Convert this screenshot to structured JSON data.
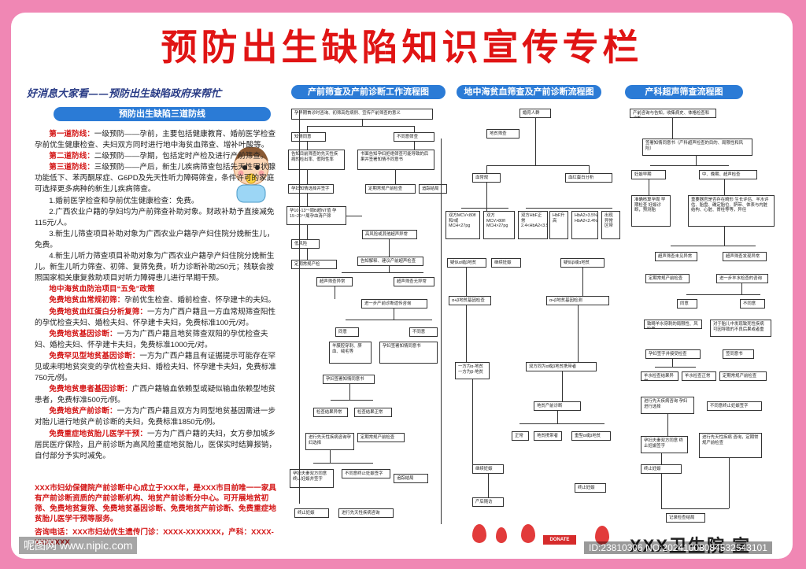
{
  "title": "预防出生缺陷知识宣传专栏",
  "left": {
    "lead": "好消息大家看——预防出生缺陷政府来帮忙",
    "pill": "预防出生缺陷三道防线",
    "l1_label": "第一道防线：",
    "l1_text": "一级预防——孕前，主要包括健康教育、婚前医学检查孕前优生健康检查、夫妇双方同时进行地中海贫血筛查、增补叶酸等。",
    "l2_label": "第二道防线：",
    "l2_text": "二级预防——孕期，包括定时产检及进行产前筛查。",
    "l3_label": "第三道防线：",
    "l3_text": "三级预防——产后，新生儿疾病筛查包括先天性甲状腺功能低下、苯丙酮尿症、G6PD及先天性听力障碍筛查，条件许可的家庭可选择更多病种的新生儿疾病筛查。",
    "p1": "1.婚前医学检查和孕前优生健康检查：免费。",
    "p2": "2.广西农业户籍的孕妇均为产前筛查补助对象。财政补助予直接减免115元/人。",
    "p3": "3.新生儿筛查项目补助对象为广西农业户籍孕产妇住院分娩新生儿，免费。",
    "p4": "4.新生儿听力筛查项目补助对象为广西农业户籍孕产妇住院分娩新生儿。新生儿听力筛查、初筛、复筛免费，听力诊断补助250元；残联会按照国家相关康复救助项目对听力障碍患儿进行早期干预。",
    "five_title": "地中海贫血防治项目“五免”政策",
    "f1_label": "免费地贫血常规初筛：",
    "f1_text": "孕前优生检查、婚前检查、怀孕建卡的夫妇。",
    "f2_label": "免费地贫血红蛋白分析复筛：",
    "f2_text": "一方为广西户籍且一方血常规筛查阳性的孕优检查夫妇、婚检夫妇、怀孕建卡夫妇，免费标准100元/对。",
    "f3_label": "免费地贫基因诊断：",
    "f3_text": "一方为广西户籍且地贫筛查双阳的孕优检查夫妇、婚检夫妇、怀孕建卡夫妇，免费标准1000元/对。",
    "f4_label": "免费罕见型地贫基因诊断：",
    "f4_text": "一方为广西户籍且有证据提示可能存在罕见或未明地贫突变的孕优检查夫妇、婚检夫妇、怀孕建卡夫妇，免费标准750元/例。",
    "f5_label": "免费地贫患者基因诊断：",
    "f5_text": "广西户籍输血依赖型或疑似输血依赖型地贫患者，免费标准500元/例。",
    "f6_label": "免费地贫产前诊断：",
    "f6_text": "一方为广西户籍且双方为同型地贫基因需进一步对胎儿进行地贫产前诊断的夫妇，免费标准1850元/例。",
    "f7_label": "免费重症地贫胎儿医学干预：",
    "f7_text": "一方为广西户籍的夫妇，女方参加城乡居民医疗保险，且产前诊断为高风险重症地贫胎儿，医保实时结算报销，自付部分予实时减免。",
    "footer": "XXX市妇幼保健院产前诊断中心成立于XXX年，是XXX市目前唯一一家具有产前诊断资质的产前诊断机构、地贫产前诊断分中心。可开展地贫初筛、免费地贫复筛、免费地贫基因诊断、免费地贫产前诊断、免费重症地贫胎儿医学干预等服务。",
    "contact": "咨询电话：XXX市妇幼优生遗传门诊：XXXX-XXXXXXX，产科：XXXX-XXXXXXX"
  },
  "col2": {
    "pill": "产前筛查及产前诊断工作流程图",
    "b1": "孕早期首诊时咨询、初筛高危病例、宣传产前筛查的意义",
    "b2": "知情同意",
    "b3": "不同意筛查",
    "b4": "告知目前筛查的先天性疾病的检出率、假阳性率",
    "b5": "书面告知孕妇拒绝筛查可能导致的后果并签署知情不同意书",
    "b6": "孕妇知情选择并签字",
    "b7": "定期常规产前检查",
    "b8": "追踪结局",
    "b9": "孕10~13⁺⁶周B超NT值 孕15~20⁺⁶周孕血清产筛",
    "b10": "高风险或其他超声异常",
    "b11": "低风险",
    "b12": "告知解释、建议产前超声检查",
    "b13": "定期常规产检",
    "b14": "超声筛查异常",
    "b15": "超声筛查无异常",
    "b16": "进一步产前诊断遗传咨询",
    "b17": "同意",
    "b18": "不同意",
    "b19": "羊膜腔穿刺、脐血、绒毛等",
    "b20": "孕妇签署知情同意书",
    "b21": "检查结果异常",
    "b22": "检查结果正常",
    "b23": "进行先天性疾病咨询孕妇选择",
    "b24": "定期常规产前检查",
    "b25": "追踪结局",
    "b26": "孕妇夫妻双方同意终止妊娠并签字",
    "b27": "不同意终止妊娠签字",
    "b28": "终止妊娠",
    "b29": "进行先天性疾病咨询"
  },
  "col3": {
    "pill": "地中海贫血筛查及产前诊断流程图",
    "b1": "婚育人群",
    "b2": "地贫筛查",
    "b3": "血常规",
    "b4": "血红蛋白分析",
    "b5": "双方MCV<80fl 和/或MCH<27pg",
    "b6": "双方MCV>80fl MCH>27pg",
    "b7": "双方HbF正常 2.4<HbA2<3.5",
    "b8": "HbF升高",
    "b9": "HbA2>3.5% HbA2<2.4%",
    "b10": "出现异常区带",
    "b11": "疑似α或β地贫",
    "b12": "继续妊娠",
    "b13": "疑似β或α地贫",
    "b14": "α+β地贫基因检查",
    "b15": "α+β地贫基因检测",
    "b16": "一方为α-地贫 一方为β-地贫",
    "b17": "双方同为α或β地贫携带者",
    "b18": "地贫产前诊断",
    "b19": "正常",
    "b20": "地贫携带者",
    "b21": "重型α或β地贫",
    "b22": "继续妊娠",
    "b23": "终止妊娠",
    "b24": "产后随访"
  },
  "col4": {
    "pill": "产科超声筛查流程图",
    "b1": "产前咨询与告知，收集病史、体格检查和诊断",
    "b2": "签署知情同意书（产科超声检查的目的、局限性和风险）",
    "b3": "妊娠早期",
    "b4": "中、晚期、超声检查",
    "b5": "准确核算孕周 早期检查 妊娠诊断，预测胎",
    "b6": "重要器官是否存在畸形 生长评估、羊水评估、胎盘、确定胎位、脐带、体表与内脏结构、心脏、脊柱等等，异径",
    "b7": "超声筛查未见异常",
    "b8": "超声筛查发现异常",
    "b9": "定期常规产前检查",
    "b10": "进一步羊水检查的咨询",
    "b11": "同意",
    "b12": "不同意",
    "b13": "致畸羊水穿刺的局限性、风险等",
    "b14": "对于胎儿中发现致死性疾病可因导致的不良后果或者重",
    "b15": "孕妇签字并接受检查",
    "b16": "签同意书",
    "b17": "羊水检查结果异常",
    "b18": "羊水检查正常",
    "b19": "定期常规产前检查",
    "b20": "进行先天疾病咨询 孕妇进行选择",
    "b21": "不同意终止妊娠签字",
    "b22": "孕妇夫妻双方同意 终止妊娠签字",
    "b23": "进行先天性疾病 咨询，定期常规产前检查",
    "b24": "终止妊娠",
    "b25": "记录检查结局"
  },
  "hospital": "XXX卫生院 宣",
  "donate": "DONATE",
  "wm_left": "呢图网 www.nipic.com",
  "wm_right": "ID:23810306 NO:20241008084532543101",
  "colors": {
    "title": "#e01414",
    "pill": "#2b7bd6",
    "frame": "#f087b4"
  }
}
